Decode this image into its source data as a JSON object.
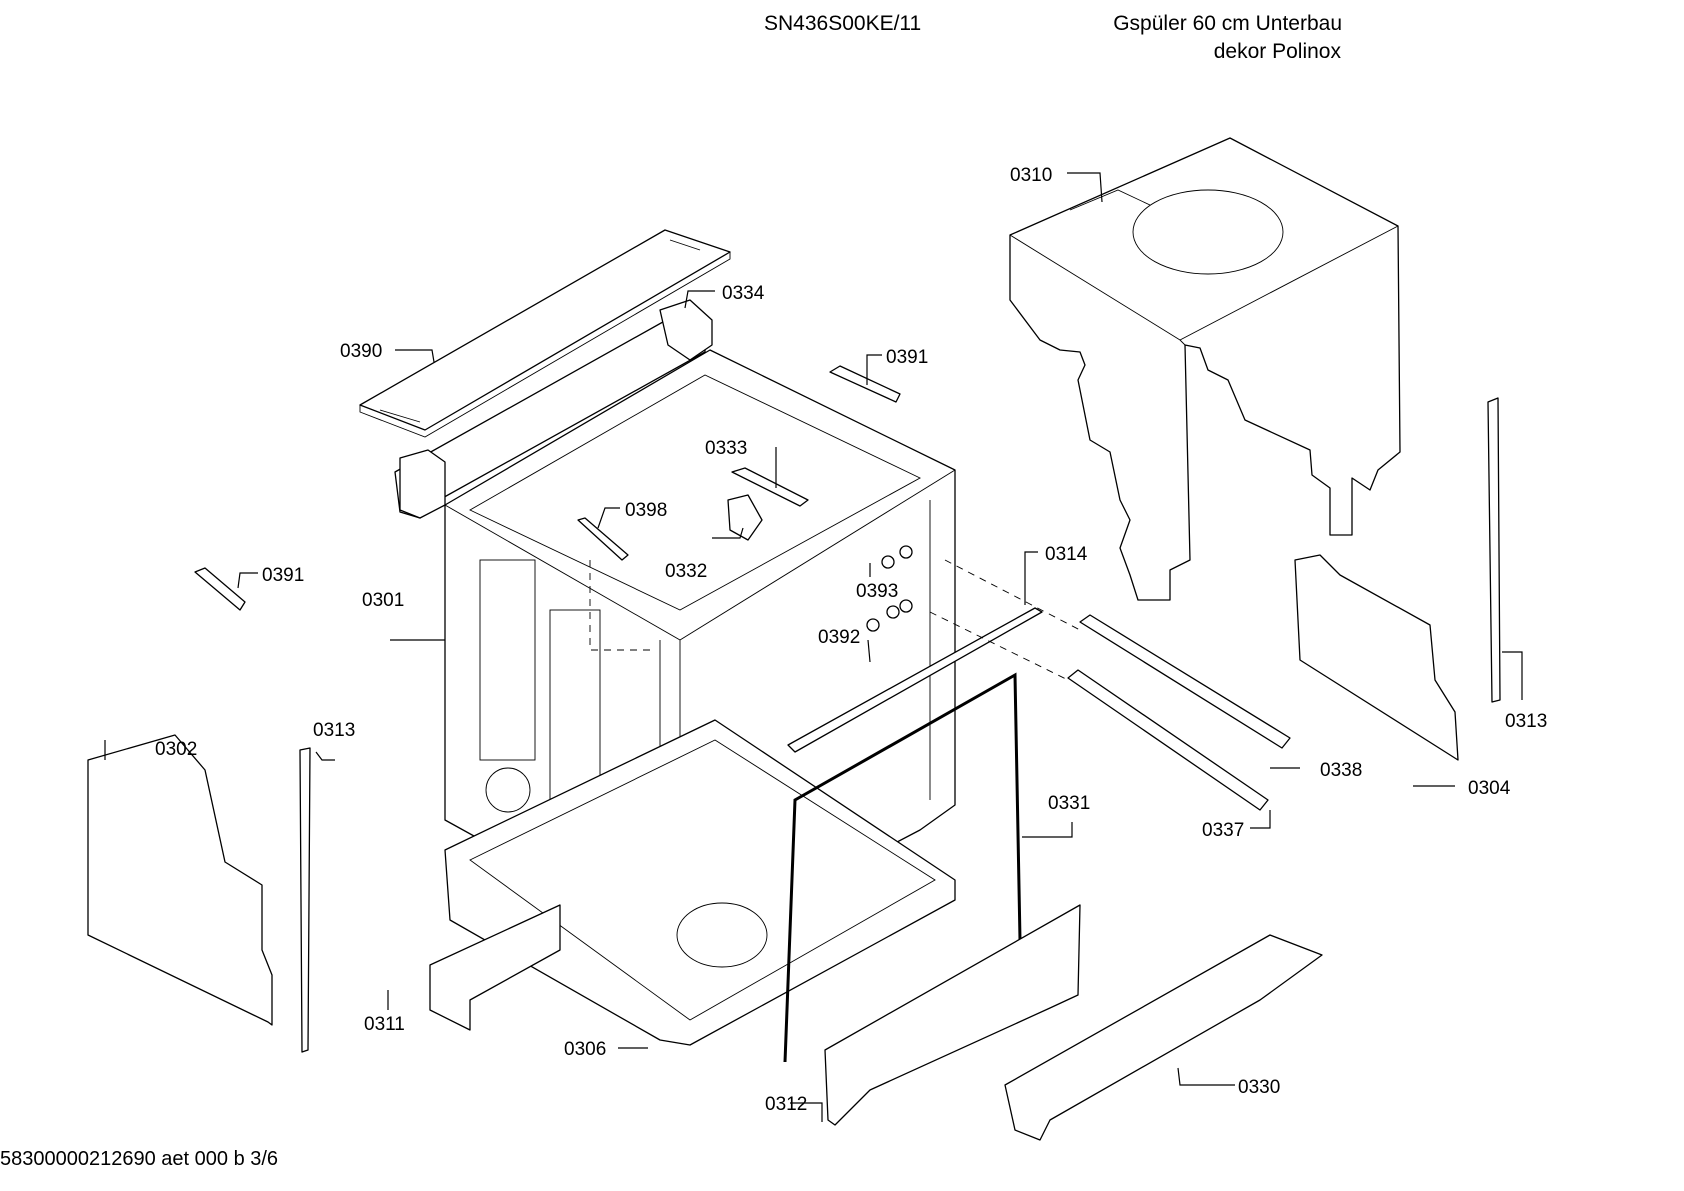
{
  "header": {
    "model": "SN436S00KE/11",
    "description_line1": "Gspüler 60 cm Unterbau",
    "description_line2": "dekor Polinox"
  },
  "footer": {
    "document_code": "58300000212690 aet 000 b 3/6"
  },
  "labels": {
    "p0310": "0310",
    "p0334": "0334",
    "p0390": "0390",
    "p0391a": "0391",
    "p0333": "0333",
    "p0398": "0398",
    "p0391b": "0391",
    "p0332": "0332",
    "p0314": "0314",
    "p0393": "0393",
    "p0301": "0301",
    "p0392": "0392",
    "p0302": "0302",
    "p0313a": "0313",
    "p0313b": "0313",
    "p0338": "0338",
    "p0304": "0304",
    "p0331": "0331",
    "p0337": "0337",
    "p0311": "0311",
    "p0306": "0306",
    "p0330": "0330",
    "p0312": "0312"
  }
}
